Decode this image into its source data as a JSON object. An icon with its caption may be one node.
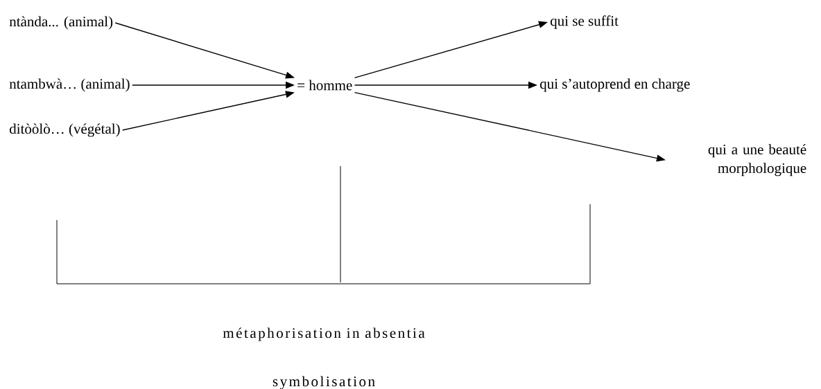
{
  "diagram": {
    "nodes": [
      {
        "text": [
          "ntànda... (animal)"
        ]
      },
      {
        "text": [
          "ntambwà… (animal)"
        ]
      },
      {
        "text": [
          "ditòòlò… (végétal)"
        ]
      },
      {
        "text": [
          "= homme"
        ]
      },
      {
        "text": [
          "qui se suffit"
        ]
      },
      {
        "text": [
          "qui  s’autoprend  en charge"
        ]
      },
      {
        "text": [
          "qui a une beauté morphologique"
        ]
      }
    ],
    "edges": [
      {
        "from": 0,
        "to": 3,
        "arrow": "to"
      },
      {
        "from": 1,
        "to": 3,
        "arrow": "to"
      },
      {
        "from": 2,
        "to": 3,
        "arrow": "to"
      },
      {
        "from": 3,
        "to": 4,
        "arrow": "to"
      },
      {
        "from": 3,
        "to": 5,
        "arrow": "to"
      },
      {
        "from": 3,
        "to": 6,
        "arrow": "to"
      }
    ],
    "labels": [
      "métaphorisation in absentia",
      "symbolisation"
    ]
  }
}
